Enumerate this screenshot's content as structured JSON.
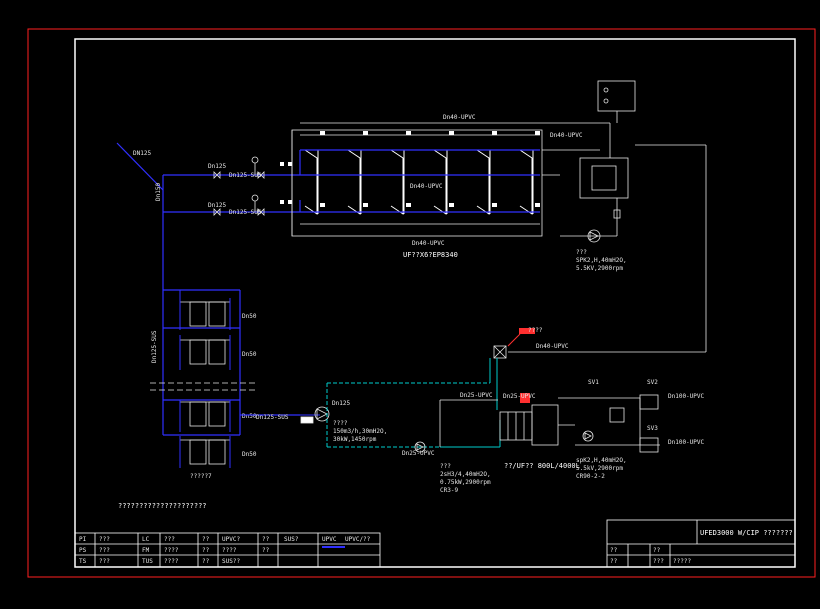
{
  "colors": {
    "frame": "#ff2020",
    "line": "#e6e6e6",
    "pipe": "#2020ff",
    "return": "#00cccc",
    "accent": "#ff3030"
  },
  "top_pipe_label": "Dn40-UPVC",
  "right_pipe_label": "Dn40-UPVC",
  "bottom_pipe_label": "Dn40-UPVC",
  "mid_pipe_label": "Dn40-UPVC",
  "inlet_dn": "DN125",
  "inlet_v1": "Dn125",
  "inlet_v2": "Dn125",
  "inlet_v3": "Dn125-SUS",
  "inlet_v4": "Dn125-SUS",
  "vertical_pipe_label": "Dn125-SUS",
  "vertical_pipe2_label": "Dn150",
  "membrane_model": "UF??X6?EP8340",
  "pump_right_label1": "???",
  "pump_right_label2": "SPK2,H,40mH2O,",
  "pump_right_label3": "5.5KV,2900rpm",
  "filter_labels": [
    "Dn50",
    "Dn50",
    "Dn50",
    "Dn50"
  ],
  "filter_caption": "?????7",
  "feed_pump_label1": "????",
  "feed_pump_label2": "150m3/h,30mH2O,",
  "feed_pump_label3": "30kW,1450rpm",
  "feed_pipe_label": "Dn125-SUS",
  "feed_to_label": "Dn125",
  "tank_label": "??/UF?? 800L/4000L",
  "cip_pump_label1": "???",
  "cip_pump_label2": "2sH3/4,40mH2O,",
  "cip_pump_label3": "0.75kW,2900rpm",
  "cip_pump_label4": "CR3-9",
  "cip_pump2_label1": "spK2,H,40mH2O,",
  "cip_pump2_label2": "5.5kV,2900rpm",
  "cip_pump2_label3": "CR90-2-2",
  "cip_pipe_label": "Dn25-UPVC",
  "cip_pipe2_label": "Dn25-UPVC",
  "out_label1": "Dn100-UPVC",
  "out_label2": "Dn100-UPVC",
  "sv1": "SV1",
  "sv2": "SV2",
  "sv3": "SV3",
  "note": "?????????????????????",
  "marker_label": "????",
  "legend": {
    "rows": [
      [
        "PI",
        "???",
        "LC",
        "???",
        "??",
        "UPVC?",
        "??",
        "SUS?"
      ],
      [
        "PS",
        "???",
        "FM",
        "????",
        "??",
        "????",
        "??",
        ""
      ],
      [
        "TS",
        "???",
        "TUS",
        "????",
        "??",
        "SUS??",
        "",
        ""
      ]
    ],
    "right_line1": "UPVC",
    "right_line2": "UPVC/??"
  },
  "title_block": {
    "title": "UFED3000 W/CIP ???????",
    "row1_a": "??",
    "row1_b": "??",
    "row2_a": "??",
    "row2_b": "???",
    "row2_c": "?????"
  }
}
